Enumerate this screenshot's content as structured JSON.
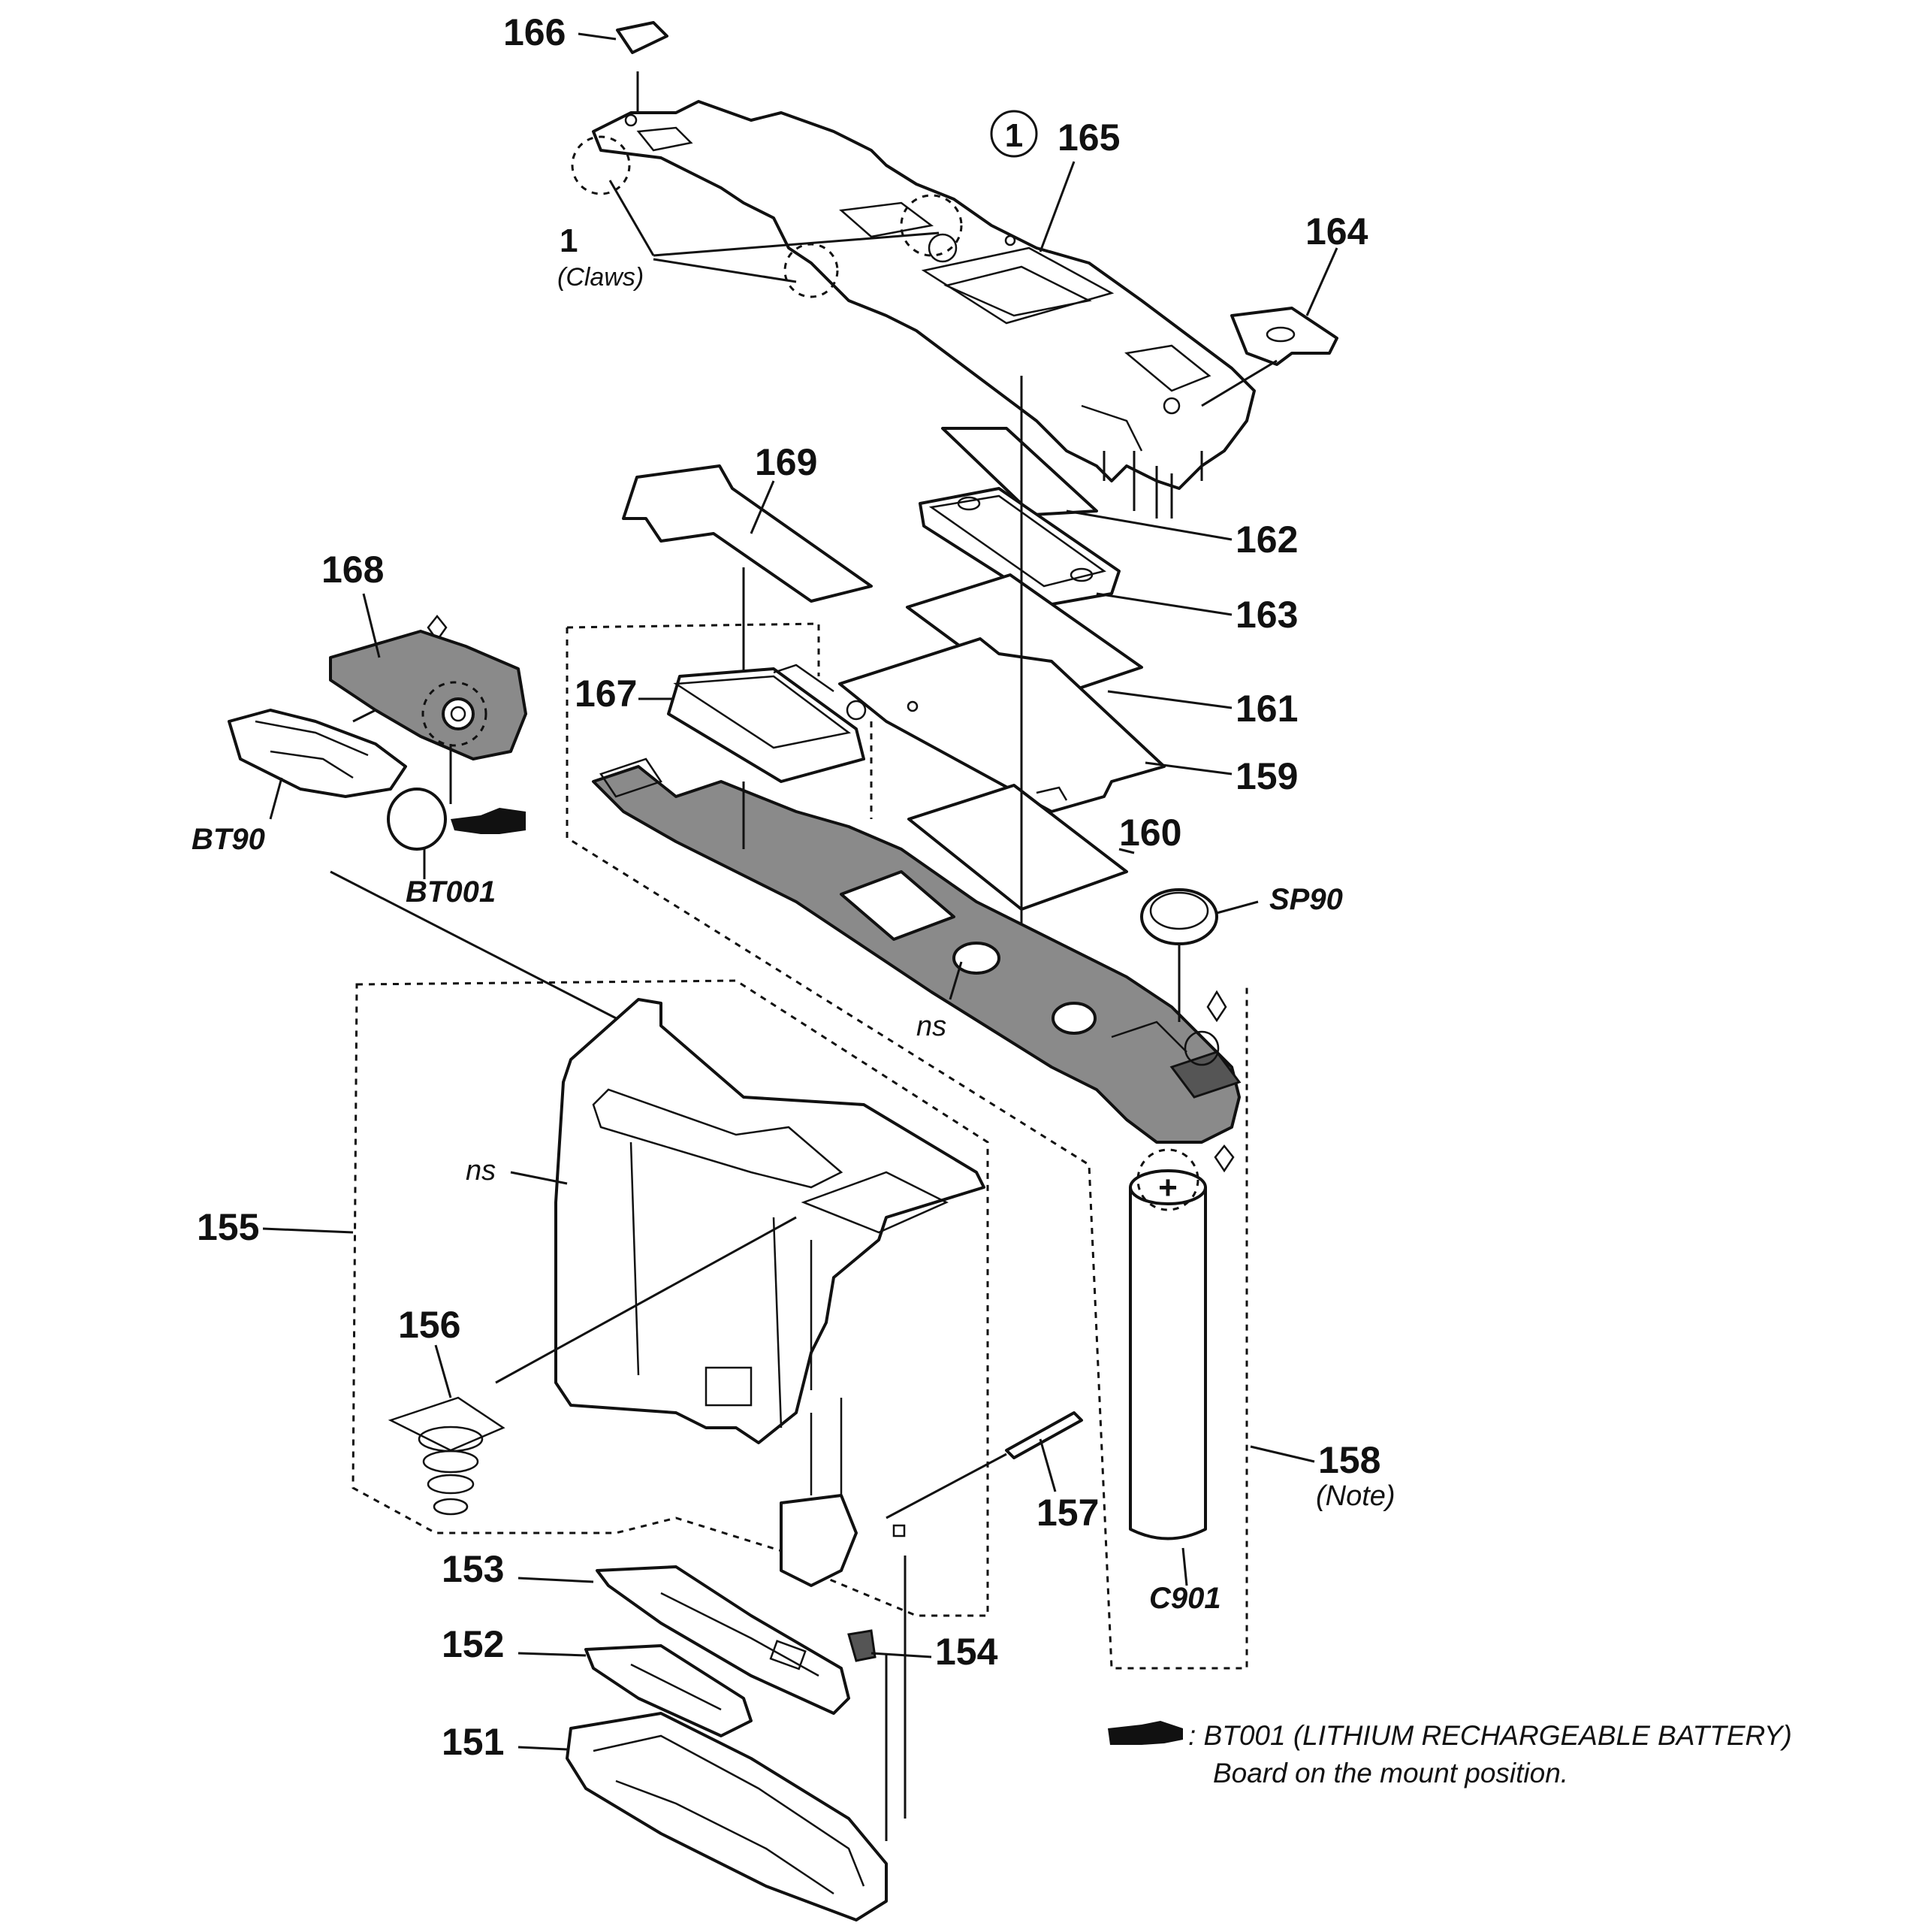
{
  "callouts": {
    "p151": "151",
    "p152": "152",
    "p153": "153",
    "p154": "154",
    "p155": "155",
    "p156": "156",
    "p157": "157",
    "p158": "158",
    "p159": "159",
    "p160": "160",
    "p161": "161",
    "p162": "162",
    "p163": "163",
    "p164": "164",
    "p165": "165",
    "p166": "166",
    "p167": "167",
    "p168": "168",
    "p169": "169",
    "screw_ref": "1",
    "claws_number": "1",
    "claws_label": "(Claws)",
    "note_158": "(Note)"
  },
  "components": {
    "bt90": "BT90",
    "bt001": "BT001",
    "sp90": "SP90",
    "c901": "C901",
    "ns_board": "ns",
    "ns_frame": "ns"
  },
  "legend": {
    "line1": ": BT001 (LITHIUM RECHARGEABLE BATTERY)",
    "line2": "Board on the mount position.",
    "icon": "pointing-hand-icon"
  }
}
